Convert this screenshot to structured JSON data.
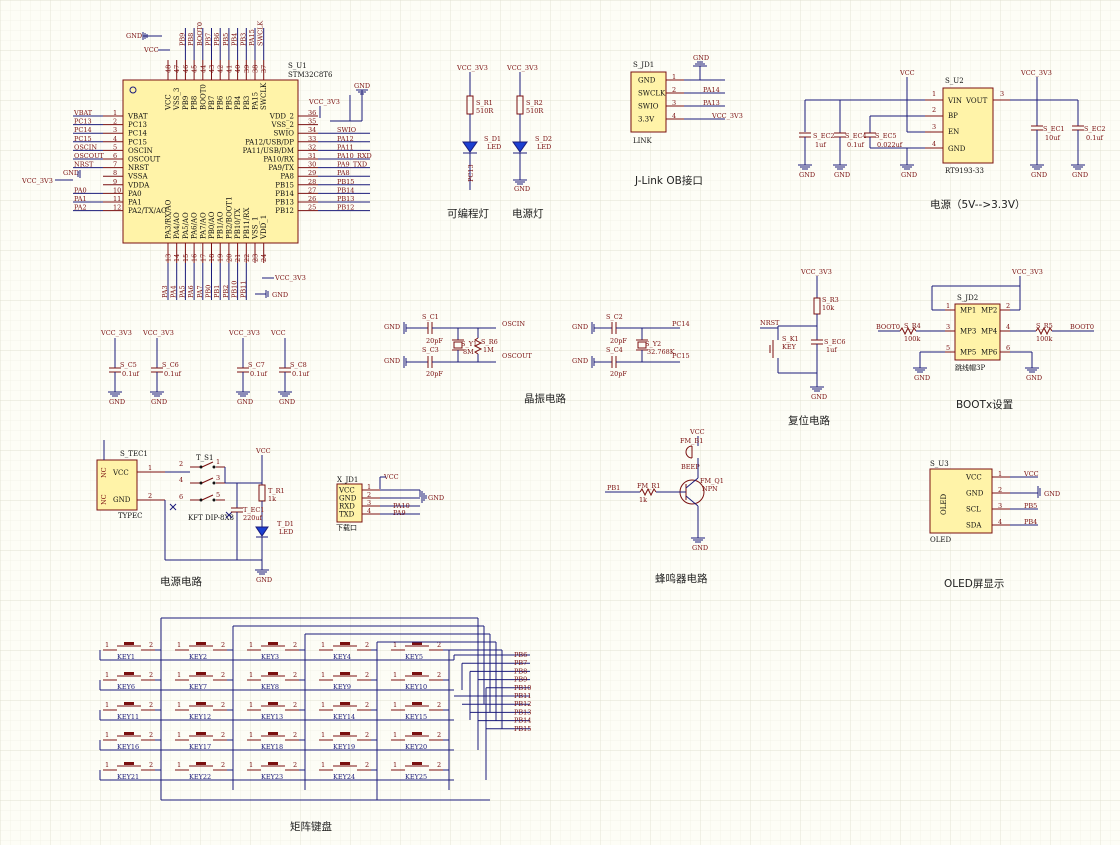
{
  "sections": {
    "prog_led": "可编程灯",
    "power_led": "电源灯",
    "jlink": "J-Link OB接口",
    "power": "电源（5V-->3.3V）",
    "crystal": "晶振电路",
    "reset": "复位电路",
    "boot": "BOOTx设置",
    "power_circuit": "电源电路",
    "buzzer": "蜂鸣器电路",
    "oled": "OLED屏显示",
    "keypad": "矩阵键盘"
  },
  "mcu": {
    "ref": "S_U1",
    "part": "STM32C8T6",
    "left_pins": [
      {
        "n": "1",
        "name": "VBAT",
        "net": "VBAT"
      },
      {
        "n": "2",
        "name": "PC13",
        "net": "PC13"
      },
      {
        "n": "3",
        "name": "PC14",
        "net": "PC14"
      },
      {
        "n": "4",
        "name": "PC15",
        "net": "PC15"
      },
      {
        "n": "5",
        "name": "OSCIN",
        "net": "OSCIN"
      },
      {
        "n": "6",
        "name": "OSCOUT",
        "net": "OSCOUT"
      },
      {
        "n": "7",
        "name": "NRST",
        "net": "NRST"
      },
      {
        "n": "8",
        "name": "VSSA",
        "net": "GND"
      },
      {
        "n": "9",
        "name": "VDDA",
        "net": "VCC_3V3"
      },
      {
        "n": "10",
        "name": "PA0",
        "net": "PA0"
      },
      {
        "n": "11",
        "name": "PA1",
        "net": "PA1"
      },
      {
        "n": "12",
        "name": "PA2/TX/AO",
        "net": "PA2"
      }
    ],
    "right_pins": [
      {
        "n": "36",
        "name": "VDD_2",
        "net": "VCC_3V3"
      },
      {
        "n": "35",
        "name": "VSS_2",
        "net": "GND"
      },
      {
        "n": "34",
        "name": "SWIO",
        "net": "SWIO"
      },
      {
        "n": "33",
        "name": "PA12/USB/DP",
        "net": "PA12"
      },
      {
        "n": "32",
        "name": "PA11/USB/DM",
        "net": "PA11"
      },
      {
        "n": "31",
        "name": "PA10/RX",
        "net": "PA10_RXD"
      },
      {
        "n": "30",
        "name": "PA9/TX",
        "net": "PA9_TXD"
      },
      {
        "n": "29",
        "name": "PA8",
        "net": "PA8"
      },
      {
        "n": "28",
        "name": "PB15",
        "net": "PB15"
      },
      {
        "n": "27",
        "name": "PB14",
        "net": "PB14"
      },
      {
        "n": "26",
        "name": "PB13",
        "net": "PB13"
      },
      {
        "n": "25",
        "name": "PB12",
        "net": "PB12"
      }
    ],
    "top_pins": [
      {
        "n": "48",
        "name": "VCC",
        "net": "VCC"
      },
      {
        "n": "47",
        "name": "VSS_3",
        "net": "GND"
      },
      {
        "n": "46",
        "name": "PB9",
        "net": "PB9"
      },
      {
        "n": "45",
        "name": "PB8",
        "net": "PB8"
      },
      {
        "n": "44",
        "name": "BOOT0",
        "net": "BOOT0"
      },
      {
        "n": "43",
        "name": "PB7",
        "net": "PB7"
      },
      {
        "n": "42",
        "name": "PB6",
        "net": "PB6"
      },
      {
        "n": "41",
        "name": "PB5",
        "net": "PB5"
      },
      {
        "n": "40",
        "name": "PB4",
        "net": "PB4"
      },
      {
        "n": "39",
        "name": "PB3",
        "net": "PB3"
      },
      {
        "n": "38",
        "name": "PA15",
        "net": "PA15"
      },
      {
        "n": "37",
        "name": "SWCLK",
        "net": "SWCLK"
      }
    ],
    "bottom_pins": [
      {
        "n": "13",
        "name": "PA3/RX/AO",
        "net": "PA3"
      },
      {
        "n": "14",
        "name": "PA4/AO",
        "net": "PA4"
      },
      {
        "n": "15",
        "name": "PA5/AO",
        "net": "PA5"
      },
      {
        "n": "16",
        "name": "PA6/AO",
        "net": "PA6"
      },
      {
        "n": "17",
        "name": "PA7/AO",
        "net": "PA7"
      },
      {
        "n": "18",
        "name": "PB0/AO",
        "net": "PB0"
      },
      {
        "n": "19",
        "name": "PB1/AO",
        "net": "PB1"
      },
      {
        "n": "20",
        "name": "PB2/BOOT1",
        "net": "PB2"
      },
      {
        "n": "21",
        "name": "PB10/TX",
        "net": "PB10"
      },
      {
        "n": "22",
        "name": "PB11/RX",
        "net": "PB11"
      },
      {
        "n": "23",
        "name": "VSS_1",
        "net": ""
      },
      {
        "n": "24",
        "name": "VDD_1",
        "net": ""
      }
    ],
    "net_gnd": "GND",
    "net_vcc": "VCC",
    "net_3v3": "VCC_3V3"
  },
  "leds": {
    "r1": "S_R1",
    "r1v": "510R",
    "d1": "S_D1",
    "d1v": "LED",
    "net1": "PC13",
    "r2": "S_R2",
    "r2v": "510R",
    "d2": "S_D2",
    "d2v": "LED",
    "vcc": "VCC_3V3",
    "gnd": "GND"
  },
  "jlink_conn": {
    "ref": "S_JD1",
    "part": "LINK",
    "pins": [
      {
        "n": "1",
        "name": "GND",
        "net": ""
      },
      {
        "n": "2",
        "name": "SWCLK",
        "net": "PA14"
      },
      {
        "n": "3",
        "name": "SWIO",
        "net": "PA13"
      },
      {
        "n": "4",
        "name": "3.3V",
        "net": "VCC_3V3"
      }
    ],
    "gnd": "GND"
  },
  "regulator": {
    "ref": "S_U2",
    "part": "RT9193-33",
    "pins": [
      {
        "n": "1",
        "name": "VIN"
      },
      {
        "n": "2",
        "name": "BP"
      },
      {
        "n": "3",
        "name": "EN"
      },
      {
        "n": "4",
        "name": "GND"
      },
      {
        "n": "3",
        "name": "VOUT"
      }
    ],
    "caps": [
      {
        "ref": "S_EC2",
        "val": "1uf"
      },
      {
        "ref": "S_EC4",
        "val": "0.1uf"
      },
      {
        "ref": "S_EC5",
        "val": "0.022uf"
      },
      {
        "ref": "S_EC1",
        "val": "10uf"
      },
      {
        "ref": "S_EC2",
        "val": "0.1uf"
      }
    ],
    "vcc": "VCC",
    "vout": "VCC_3V3",
    "gnd": "GND"
  },
  "decoupling": [
    {
      "ref": "S_C5",
      "val": "0.1uf",
      "net": "VCC_3V3"
    },
    {
      "ref": "S_C6",
      "val": "0.1uf",
      "net": "VCC_3V3"
    },
    {
      "ref": "S_C7",
      "val": "0.1uf",
      "net": "VCC_3V3"
    },
    {
      "ref": "S_C8",
      "val": "0.1uf",
      "net": "VCC"
    }
  ],
  "crystal_parts": {
    "c1": "S_C1",
    "c1v": "20pF",
    "c3": "S_C3",
    "c3v": "20pF",
    "y1": "S_Y1",
    "y1v": "8M",
    "r6": "S_R6",
    "r6v": "1M",
    "oscin": "OSCIN",
    "oscout": "OSCOUT",
    "c2": "S_C2",
    "c2v": "20pF",
    "c4": "S_C4",
    "c4v": "20pF",
    "y2": "S_Y2",
    "y2v": "32.768K",
    "pc14": "PC14",
    "pc15": "PC15",
    "gnd": "GND"
  },
  "reset_parts": {
    "vcc": "VCC_3V3",
    "r3": "S_R3",
    "r3v": "10k",
    "k1": "S_K1",
    "k1v": "KEY",
    "ec6": "S_EC6",
    "ec6v": "1uf",
    "nrst": "NRST",
    "gnd": "GND"
  },
  "boot_parts": {
    "vcc": "VCC_3V3",
    "ref": "S_JD2",
    "part": "跳线帽3P",
    "pins": [
      "MP1",
      "MP2",
      "MP3",
      "MP4",
      "MP5",
      "MP6"
    ],
    "pin_nums": [
      "1",
      "2",
      "3",
      "4",
      "5",
      "6"
    ],
    "r4": "S_R4",
    "r4v": "100k",
    "r5": "S_R5",
    "r5v": "100k",
    "boot0": "BOOT0",
    "gnd": "GND"
  },
  "power_input": {
    "ref": "S_TEC1",
    "part": "TYPEC",
    "nc": "NC",
    "vcc_pin": "VCC",
    "gnd_pin": "GND",
    "sw": "T_S1",
    "swv": "KFT DIP-8X8",
    "ec": "T_EC1",
    "ecv": "220uf",
    "r1": "T_R1",
    "r1v": "1k",
    "d1": "T_D1",
    "d1v": "LED",
    "vcc": "VCC",
    "gnd": "GND",
    "sw_pins": [
      "1",
      "2",
      "3",
      "4",
      "5",
      "6"
    ]
  },
  "uart": {
    "ref": "X_JD1",
    "part": "下载口",
    "pins": [
      {
        "n": "1",
        "name": "VCC",
        "net": "VCC"
      },
      {
        "n": "2",
        "name": "GND",
        "net": "GND"
      },
      {
        "n": "3",
        "name": "RXD",
        "net": "PA10"
      },
      {
        "n": "4",
        "name": "TXD",
        "net": "PA9"
      }
    ]
  },
  "buzzer_parts": {
    "vcc": "VCC",
    "bz": "FM_B1",
    "bzv": "BEEP",
    "q": "FM_Q1",
    "qv": "NPN",
    "r": "FM_R1",
    "rv": "1k",
    "net": "PB1",
    "gnd": "GND"
  },
  "oled_parts": {
    "ref": "S_U3",
    "part": "OLED",
    "label": "OLED",
    "pins": [
      {
        "n": "1",
        "name": "VCC",
        "net": "VCC"
      },
      {
        "n": "2",
        "name": "GND",
        "net": "GND"
      },
      {
        "n": "3",
        "name": "SCL",
        "net": "PB5"
      },
      {
        "n": "4",
        "name": "SDA",
        "net": "PB4"
      }
    ]
  },
  "keypad_parts": {
    "keys": [
      "KEY1",
      "KEY2",
      "KEY3",
      "KEY4",
      "KEY5",
      "KEY6",
      "KEY7",
      "KEY8",
      "KEY9",
      "KEY10",
      "KEY11",
      "KEY12",
      "KEY13",
      "KEY14",
      "KEY15",
      "KEY16",
      "KEY17",
      "KEY18",
      "KEY19",
      "KEY20",
      "KEY21",
      "KEY22",
      "KEY23",
      "KEY24",
      "KEY25"
    ],
    "nets": [
      "PB6",
      "PB7",
      "PB8",
      "PB9",
      "PB10",
      "PB11",
      "PB12",
      "PB13",
      "PB14",
      "PB15"
    ],
    "p1": "1",
    "p2": "2"
  }
}
